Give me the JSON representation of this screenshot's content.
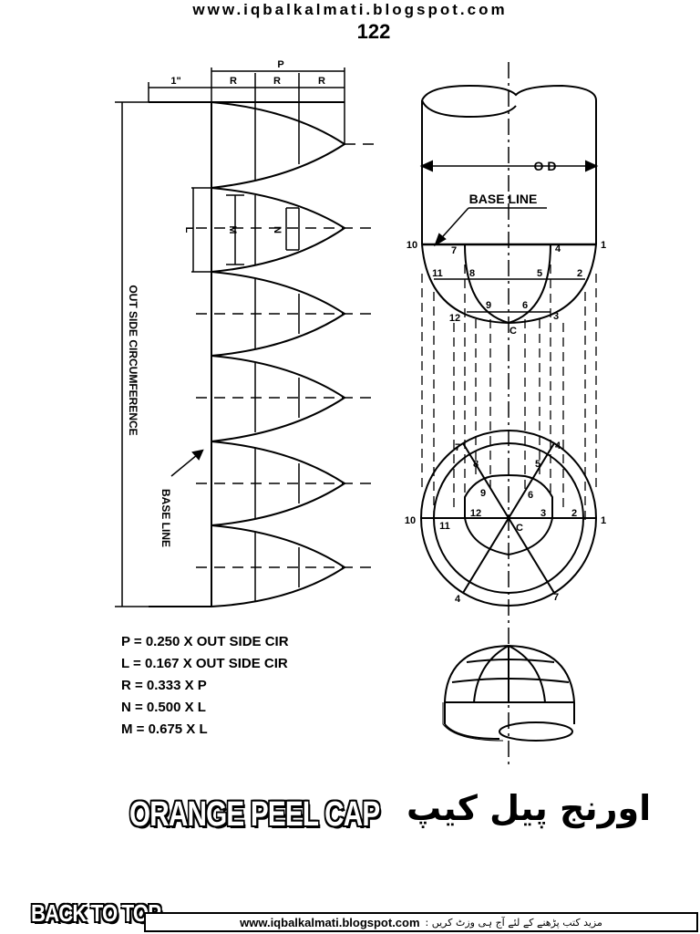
{
  "header": {
    "site_url": "www.iqbalkalmati.blogspot.com",
    "page_number": "122"
  },
  "pattern": {
    "dim_inch": "1\"",
    "dim_p": "P",
    "dim_r": "R",
    "dim_l": "L",
    "dim_m": "M",
    "dim_n": "N",
    "outside_circumference": "OUT SIDE CIRCUMFERENCE",
    "base_line": "BASE LINE"
  },
  "elevation": {
    "od": "O D",
    "base_line": "BASE LINE",
    "points": [
      "1",
      "2",
      "3",
      "4",
      "5",
      "6",
      "7",
      "8",
      "9",
      "10",
      "11",
      "12"
    ],
    "center": "C"
  },
  "plan": {
    "center": "C"
  },
  "formulas": [
    "P = 0.250 X OUT SIDE CIR",
    "L = 0.167 X OUT SIDE CIR",
    "R = 0.333 X P",
    "N = 0.500 X L",
    "M = 0.675 X L"
  ],
  "title": {
    "english": "ORANGE PEEL CAP",
    "urdu": "اورنج پیل کیپ"
  },
  "back_to_top": "BACK TO TOP",
  "footer": {
    "url": "www.iqbalkalmati.blogspot.com",
    "urdu": "مزید کتب پڑھنے کے لئے آج ہی وزٹ کریں :"
  }
}
